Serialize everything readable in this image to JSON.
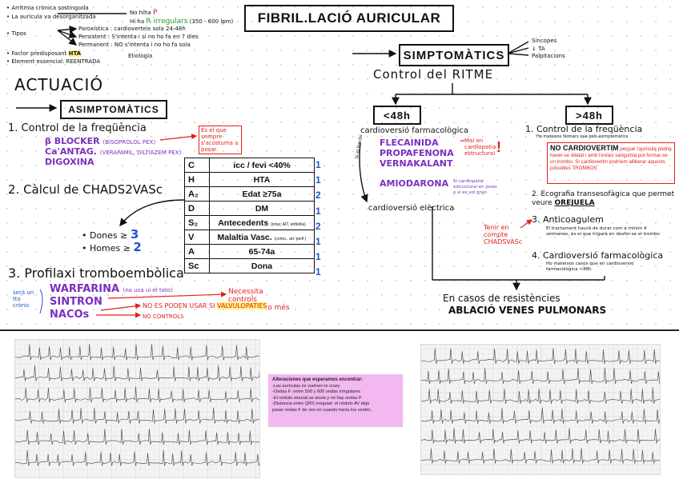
{
  "title": "FIBRIL.LACIÓ AURICULAR",
  "intro": {
    "l1": "• Arritmia crònica sostinguda",
    "l2": "• La aurícula va desorganitzada",
    "ona_p": "No hiha",
    "ona_p2": "P",
    "rr": "Hi ha",
    "rr2": "R irregulars",
    "rr3": "(350 - 600 lpm)",
    "tipos": "• Tipos",
    "tipo1": "Paroxística : cardioverteix sola 24-48h",
    "tipo2": "Persistent : S'intenta i si no ho fa en 7 dies",
    "tipo3": "Permanent : NO s'intenta i no ho fa sola",
    "factor": "• Factor predisposant",
    "factor_val": "HTA",
    "element": "• Element essencial: REENTRADA",
    "etiologia": "Etiologia"
  },
  "left": {
    "actuacio": "ACTUACIÓ",
    "asimpto": "ASIMPTOMÀTICS",
    "s1": "1. Control de la freqüència",
    "bblocker": "β BLOCKER",
    "bblocker_ex": "(BISOPROLOL PEX)",
    "ca": "Ca'ANTAG.",
    "ca_ex": "(VERAPAMIL, DILTIAZEM PEX)",
    "digoxina": "DIGOXINA",
    "note_red": "És el que sempre s'acostuma a posar.",
    "s2": "2. Càlcul de CHADS2VASc",
    "dones": "• Dones ≥",
    "dones_n": "3",
    "homes": "• Homes ≥",
    "homes_n": "2",
    "s3": "3. Profilaxi tromboembòlica",
    "side": "serà un tto crònic",
    "warfarina": "WARFARINA",
    "warfarina_note": "(no usa ui el tato)",
    "sintron": "SINTRON",
    "nacos": "NACOs",
    "controls_note": "Necessita controls setmanals o més",
    "valvulo_a": "NO ES PODEN USAR SI",
    "valvulo_b": "VALVULOPATIES",
    "no_controls": "NO CONTROLS"
  },
  "chads": [
    {
      "k": "C",
      "v": "icc / fevi <40%",
      "s": "1"
    },
    {
      "k": "H",
      "v": "HTA",
      "s": "1"
    },
    {
      "k": "A₂",
      "v": "Edat ≥75a",
      "s": "2"
    },
    {
      "k": "D",
      "v": "DM",
      "s": "1"
    },
    {
      "k": "S₂",
      "v": "Antecedents",
      "s": "2"
    },
    {
      "k": "V",
      "v": "Malaltia Vasc.",
      "s": "1"
    },
    {
      "k": "A",
      "v": "65-74a",
      "s": "1"
    },
    {
      "k": "Sc",
      "v": "Dona",
      "s": "1"
    }
  ],
  "chads_small": {
    "antecedents": "(ictus, AIT, embòlia)",
    "vasc": "(coron., art. perif.)"
  },
  "right": {
    "simpto": "SIMPTOMÀTICS",
    "sincopes": "Síncopes",
    "ta": "↓ TA",
    "palpitacions": "Palpitacions",
    "control": "Control del RITME",
    "lt48": "<48h",
    "gt48": ">48h",
    "cv_farm": "cardioversió farmacològica",
    "flecainida": "FLECAINIDA",
    "propafenona": "PROPAFENONA",
    "vernakalant": "VERNAKALANT",
    "no_cardiopatia": "Mai en cardiopatia estructural",
    "amiodarona": "AMIODARONA",
    "amio_note": "Si cardiopatia estructural en joves o si es vol gran",
    "si_fracassa": "Si el fracàs",
    "cv_electrica": "cardioversió elèctrica",
    "tenir": "Tenir en compte CHADSVASc",
    "r1": "1. Control de la freqüència",
    "r1_small": "Ho mateixos fàrmacs que pels asimptomàtics",
    "no_cv": "NO CARDIOVERTIM",
    "no_cv_rest": "perquè l'aurícula podria haver-se dilatat i amb l'estasi sanguínia pot formar-se un trombo. Si cardiovertim podríem alliberar aquests possibles TROMBOS",
    "r2": "2. Ecografia transesofàgica que permet veure",
    "orejuela": "OREJUELA",
    "r3": "3. Anticoagulem",
    "r3_small": "El tractament haurà de durar com a mínim 4 setmanes, és el que trigarà en desfer-se el trombo",
    "r4": "4. Cardioversió farmacològica",
    "r4_small": "Ho mateixos casos que en cardioversió farmacològica <48h",
    "resist1": "En casos de resistències",
    "resist2": "ABLACIÓ VENES PULMONARS"
  },
  "bottom": {
    "info_title": "Alteraciones que esperamos encontrar:",
    "info1": "-Las aurículas se vuelven to crazy",
    "info2": "-Ondas F: entre 500 y 600 ondas irregulares",
    "info3": "-El nódulo sinusal se anula y no hay ondas P",
    "info4": "-Distancia entre QRS irregular: el nódulo AV deja",
    "info5": "pasar ondas F de vez en cuando hacia los ventric."
  }
}
